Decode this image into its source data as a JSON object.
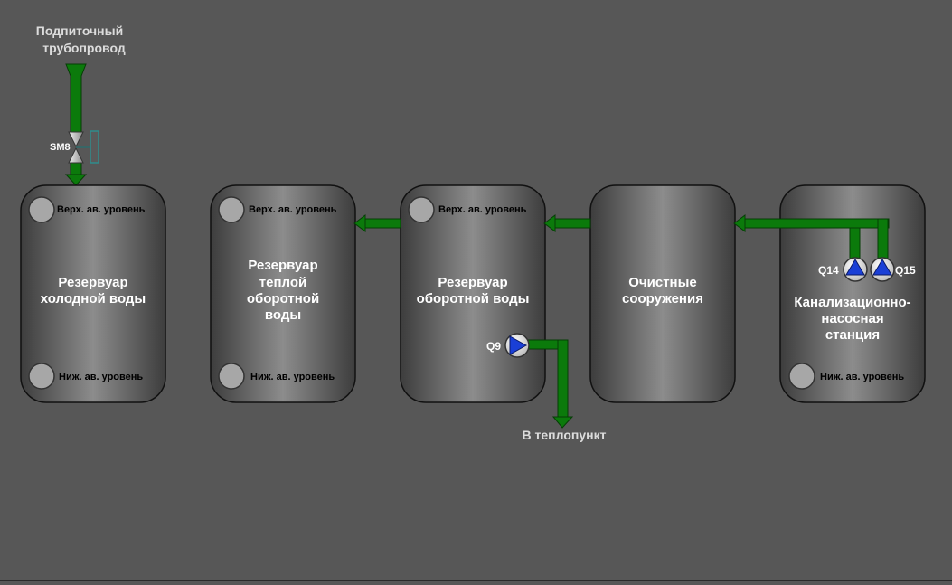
{
  "feed": {
    "title_line1": "Подпиточный",
    "title_line2": "трубопровод",
    "valve_label": "SM8"
  },
  "tanks": {
    "cold": {
      "title_line1": "Резервуар",
      "title_line2": "холодной воды",
      "upper_level": "Верх. ав. уровень",
      "lower_level": "Ниж. ав. уровень"
    },
    "warm": {
      "title_line1": "Резервуар",
      "title_line2": "теплой",
      "title_line3": "оборотной",
      "title_line4": "воды",
      "upper_level": "Верх. ав. уровень",
      "lower_level": "Ниж. ав. уровень"
    },
    "recycled": {
      "title_line1": "Резервуар",
      "title_line2": "оборотной воды",
      "upper_level": "Верх. ав. уровень",
      "pump_label": "Q9"
    },
    "treatment": {
      "title_line1": "Очистные",
      "title_line2": "сооружения"
    },
    "sewage": {
      "title_line1": "Канализационно-",
      "title_line2": "насосная",
      "title_line3": "станция",
      "lower_level": "Ниж. ав. уровень",
      "pump1_label": "Q14",
      "pump2_label": "Q15"
    }
  },
  "outlet": {
    "label": "В теплопункт"
  },
  "colors": {
    "background": "#575757",
    "pipe": "#0b7a0b",
    "pump_arrow": "#1a3fd6",
    "level_indicator": "#a7a7a7"
  }
}
